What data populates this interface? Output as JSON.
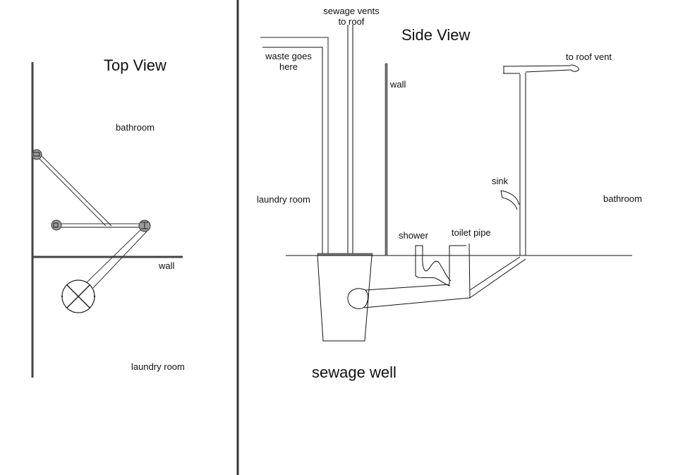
{
  "top_view": {
    "title": "Top View",
    "labels": {
      "bathroom": "bathroom",
      "wall": "wall",
      "laundry_room": "laundry room"
    }
  },
  "side_view": {
    "title": "Side View",
    "labels": {
      "sewage_vents_line1": "sewage vents",
      "sewage_vents_line2": "to roof",
      "waste_line1": "waste goes",
      "waste_line2": "here",
      "wall": "wall",
      "to_roof_vent": "to roof vent",
      "laundry_room": "laundry room",
      "sink": "sink",
      "bathroom": "bathroom",
      "shower": "shower",
      "toilet_pipe": "toilet pipe",
      "sewage_well": "sewage well"
    }
  },
  "colors": {
    "line": "#111111",
    "wall": "#555555",
    "fixture_fill": "#9a9a9a",
    "background": "#ffffff"
  }
}
